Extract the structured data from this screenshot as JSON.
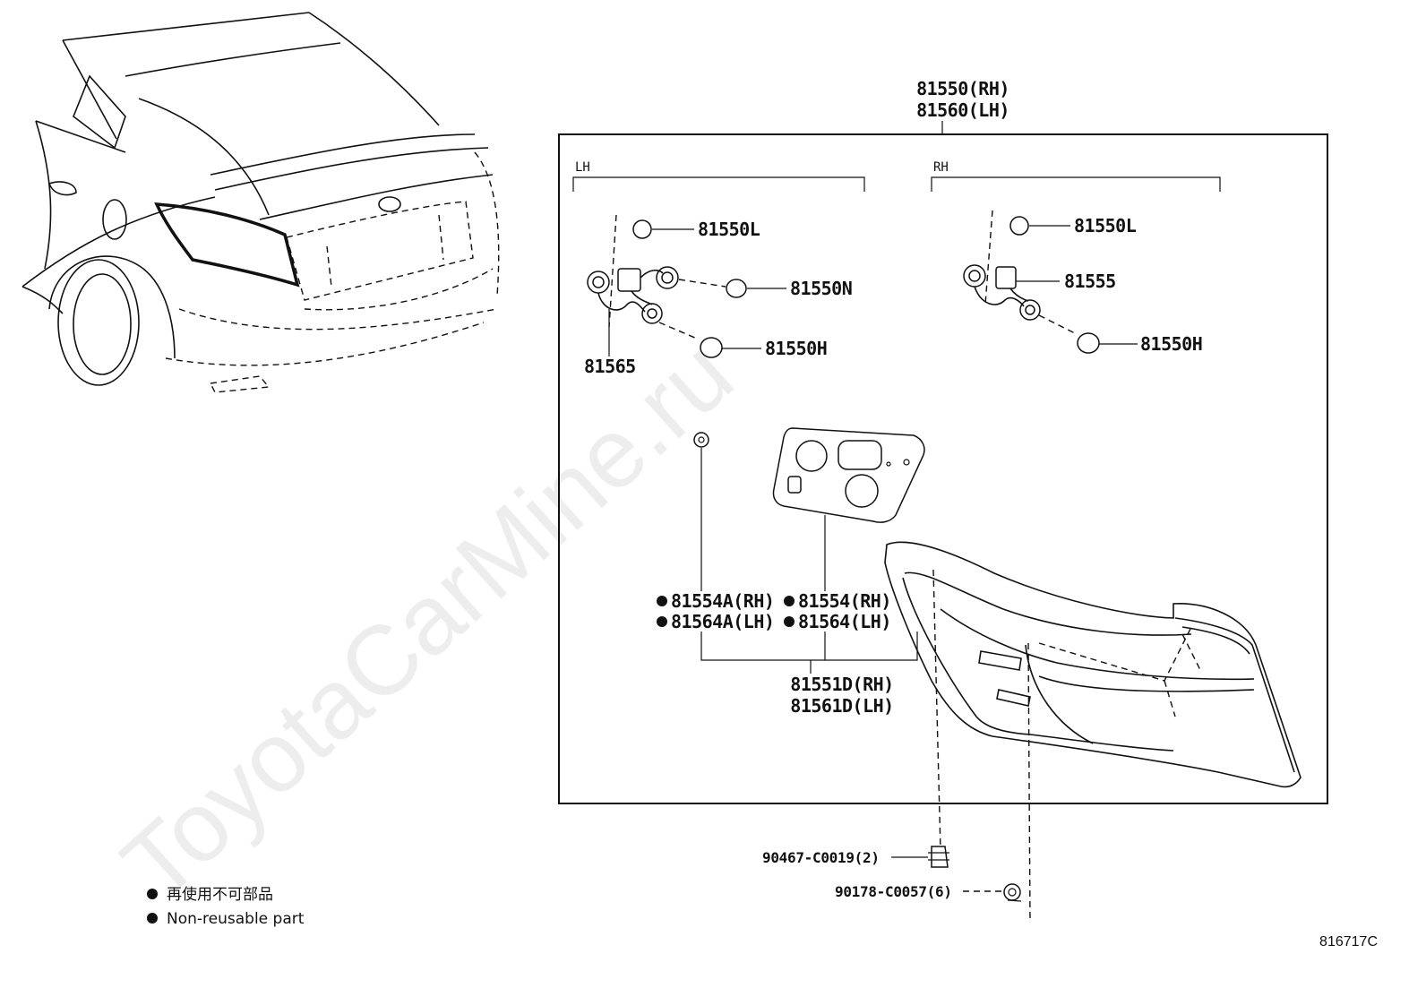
{
  "watermark": "ToyotaCarMine.ru",
  "assembly": {
    "rh": "81550(RH)",
    "lh": "81560(LH)"
  },
  "side_labels": {
    "lh": "LH",
    "rh": "RH"
  },
  "lh_group": {
    "bulb_l": "81550L",
    "bulb_n": "81550N",
    "bulb_h": "81550H",
    "socket": "81565"
  },
  "rh_group": {
    "bulb_l": "81550L",
    "socket": "81555",
    "bulb_h": "81550H"
  },
  "gaskets": {
    "a_rh": "81554A(RH)",
    "a_lh": "81564A(LH)",
    "b_rh": "81554(RH)",
    "b_lh": "81564(LH)"
  },
  "lens_housing": {
    "rh": "81551D(RH)",
    "lh": "81561D(LH)"
  },
  "fasteners": {
    "clip": "90467-C0019(2)",
    "nut": "90178-C0057(6)"
  },
  "legend": {
    "jp": "再使用不可部品",
    "en": "Non-reusable part"
  },
  "ref_code": "816717C"
}
